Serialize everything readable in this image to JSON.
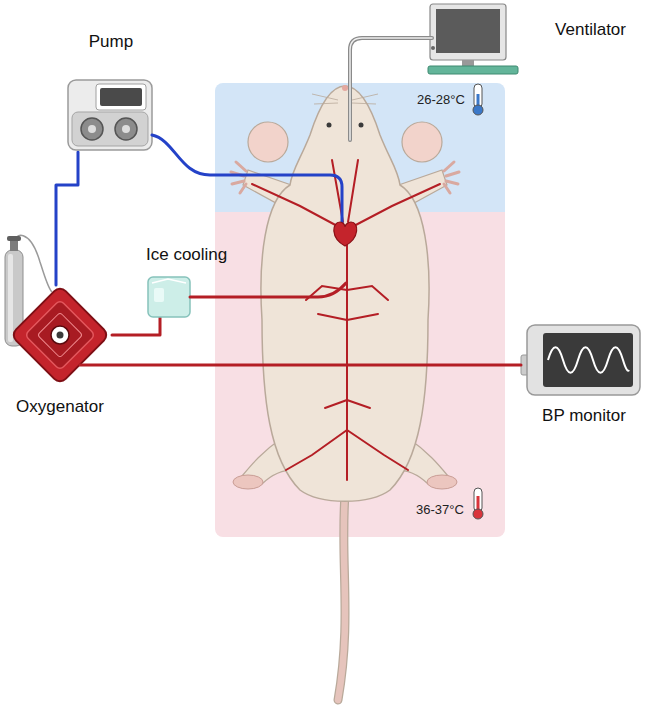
{
  "diagram": {
    "nodes": [
      {
        "text": [
          "Pump"
        ]
      },
      {
        "text": [
          "Ventilator"
        ]
      },
      {
        "text": [
          "26-28°C"
        ]
      },
      {
        "text": [
          "Ice cooling"
        ]
      },
      {
        "text": [
          "Oxygenator"
        ]
      },
      {
        "text": [
          "36-37°C"
        ]
      },
      {
        "text": [
          "BP monitor"
        ]
      }
    ],
    "edges": [
      {
        "from": 0,
        "to": 4,
        "arrow": "none"
      },
      {
        "from": 4,
        "to": 3,
        "arrow": "none"
      }
    ]
  }
}
